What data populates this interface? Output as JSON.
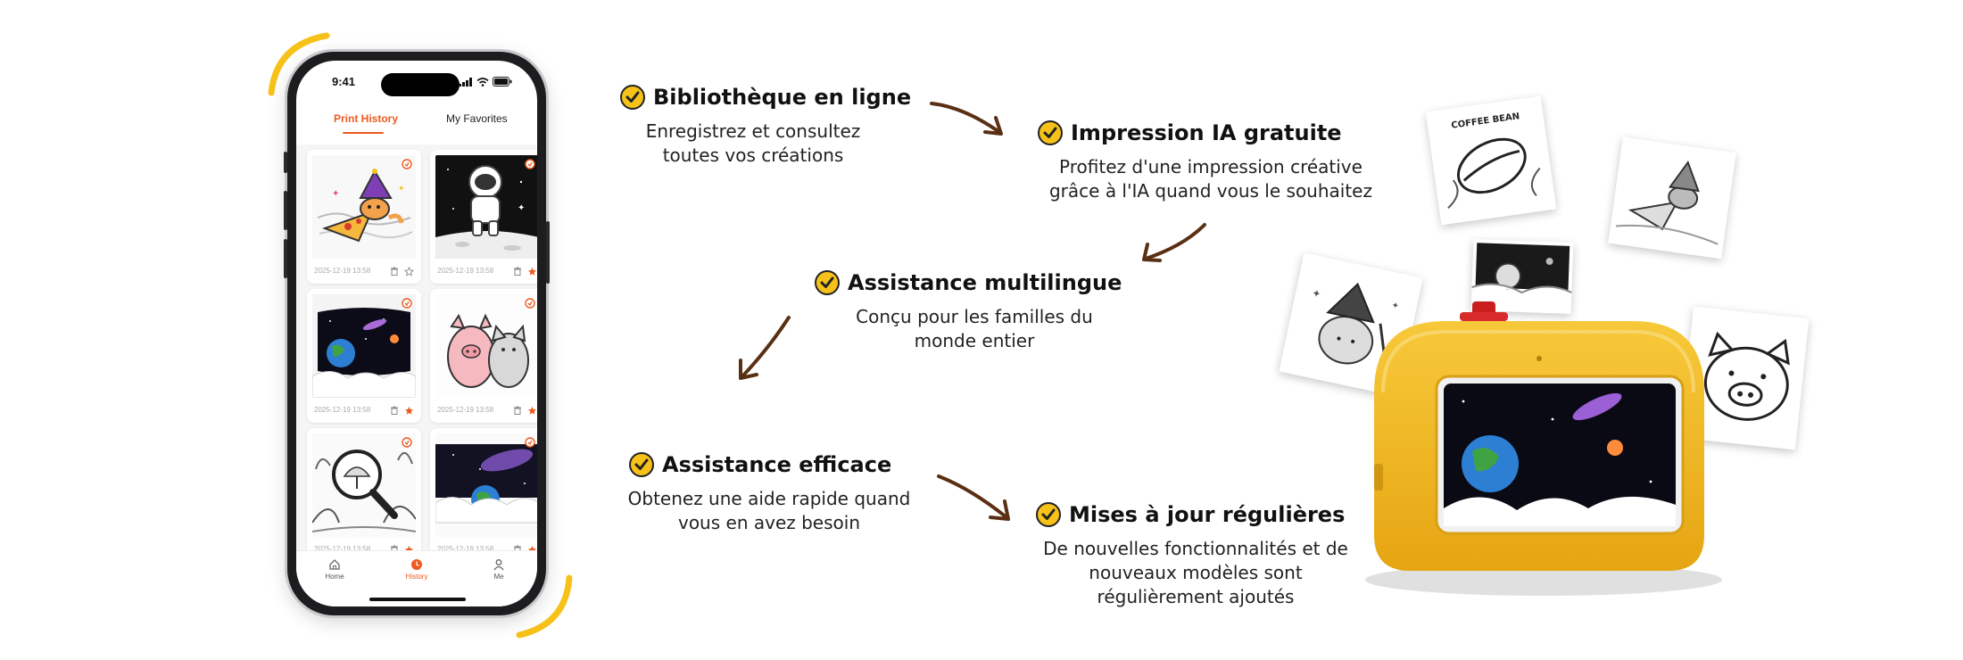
{
  "phone": {
    "status_time": "9:41",
    "tabs": [
      {
        "label": "Print History",
        "active": true
      },
      {
        "label": "My Favorites",
        "active": false
      }
    ],
    "cards": [
      {
        "date": "2025-12-19 13:58",
        "favorite": false,
        "image": "pizza-cat-wizard"
      },
      {
        "date": "2025-12-19 13:58",
        "favorite": true,
        "image": "astronaut-moon"
      },
      {
        "date": "2025-12-19 13:58",
        "favorite": true,
        "image": "earth-space"
      },
      {
        "date": "2025-12-19 13:58",
        "favorite": true,
        "image": "pig-and-cat"
      },
      {
        "date": "2025-12-19 13:58",
        "favorite": true,
        "image": "magnifier-forest"
      },
      {
        "date": "2025-12-19 13:58",
        "favorite": true,
        "image": "galaxy-earth"
      }
    ],
    "nav": [
      {
        "label": "Home",
        "icon": "home-icon",
        "active": false
      },
      {
        "label": "History",
        "icon": "clock-icon",
        "active": true
      },
      {
        "label": "Me",
        "icon": "user-icon",
        "active": false
      }
    ]
  },
  "features": [
    {
      "title": "Bibliothèque en ligne",
      "lines": [
        "Enregistrez et consultez",
        "toutes vos créations"
      ]
    },
    {
      "title": "Impression IA gratuite",
      "lines": [
        "Profitez d'une impression créative",
        "grâce à l'IA quand vous le souhaitez"
      ]
    },
    {
      "title": "Assistance multilingue",
      "lines": [
        "Conçu pour les familles du",
        "monde entier"
      ]
    },
    {
      "title": "Assistance efficace",
      "lines": [
        "Obtenez une aide rapide quand",
        "vous en avez besoin"
      ]
    },
    {
      "title": "Mises à jour régulières",
      "lines": [
        "De nouvelles fonctionnalités et de",
        "nouveaux modèles sont",
        "régulièrement ajoutés"
      ]
    }
  ],
  "printer": {
    "paper_label": "COFFEE BEAN"
  },
  "colors": {
    "accent": "#ee5a1f",
    "check_yellow": "#f6c21a",
    "arrow_brown": "#5a3014",
    "printer_yellow": "#f2b91f"
  }
}
